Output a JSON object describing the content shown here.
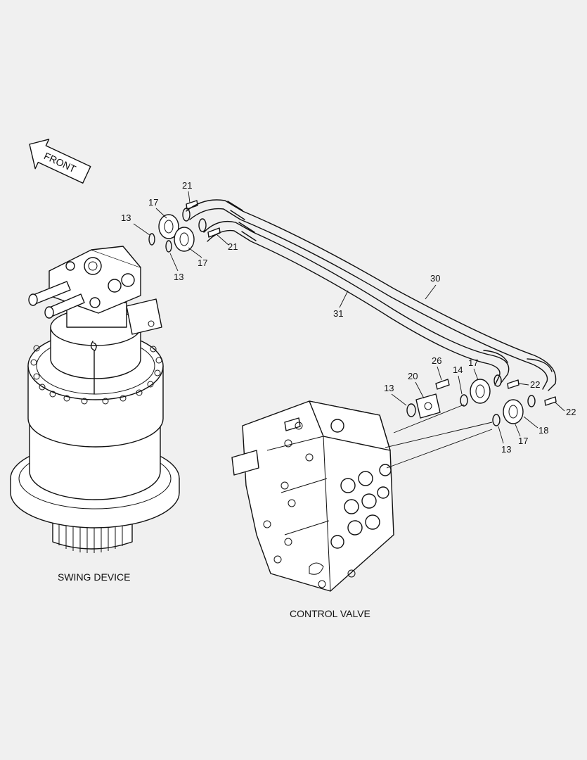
{
  "direction_arrow": {
    "label": "FRONT"
  },
  "captions": {
    "swing_device": "SWING DEVICE",
    "control_valve": "CONTROL VALVE"
  },
  "callouts": [
    {
      "id": "c21a",
      "text": "21"
    },
    {
      "id": "c17a",
      "text": "17"
    },
    {
      "id": "c13a",
      "text": "13"
    },
    {
      "id": "c13b",
      "text": "13"
    },
    {
      "id": "c17b",
      "text": "17"
    },
    {
      "id": "c21b",
      "text": "21"
    },
    {
      "id": "c30",
      "text": "30"
    },
    {
      "id": "c31",
      "text": "31"
    },
    {
      "id": "c26",
      "text": "26"
    },
    {
      "id": "c20",
      "text": "20"
    },
    {
      "id": "c14",
      "text": "14"
    },
    {
      "id": "c13c",
      "text": "13"
    },
    {
      "id": "c17c",
      "text": "17"
    },
    {
      "id": "c22a",
      "text": "22"
    },
    {
      "id": "c22b",
      "text": "22"
    },
    {
      "id": "c18",
      "text": "18"
    },
    {
      "id": "c17d",
      "text": "17"
    },
    {
      "id": "c13d",
      "text": "13"
    }
  ]
}
